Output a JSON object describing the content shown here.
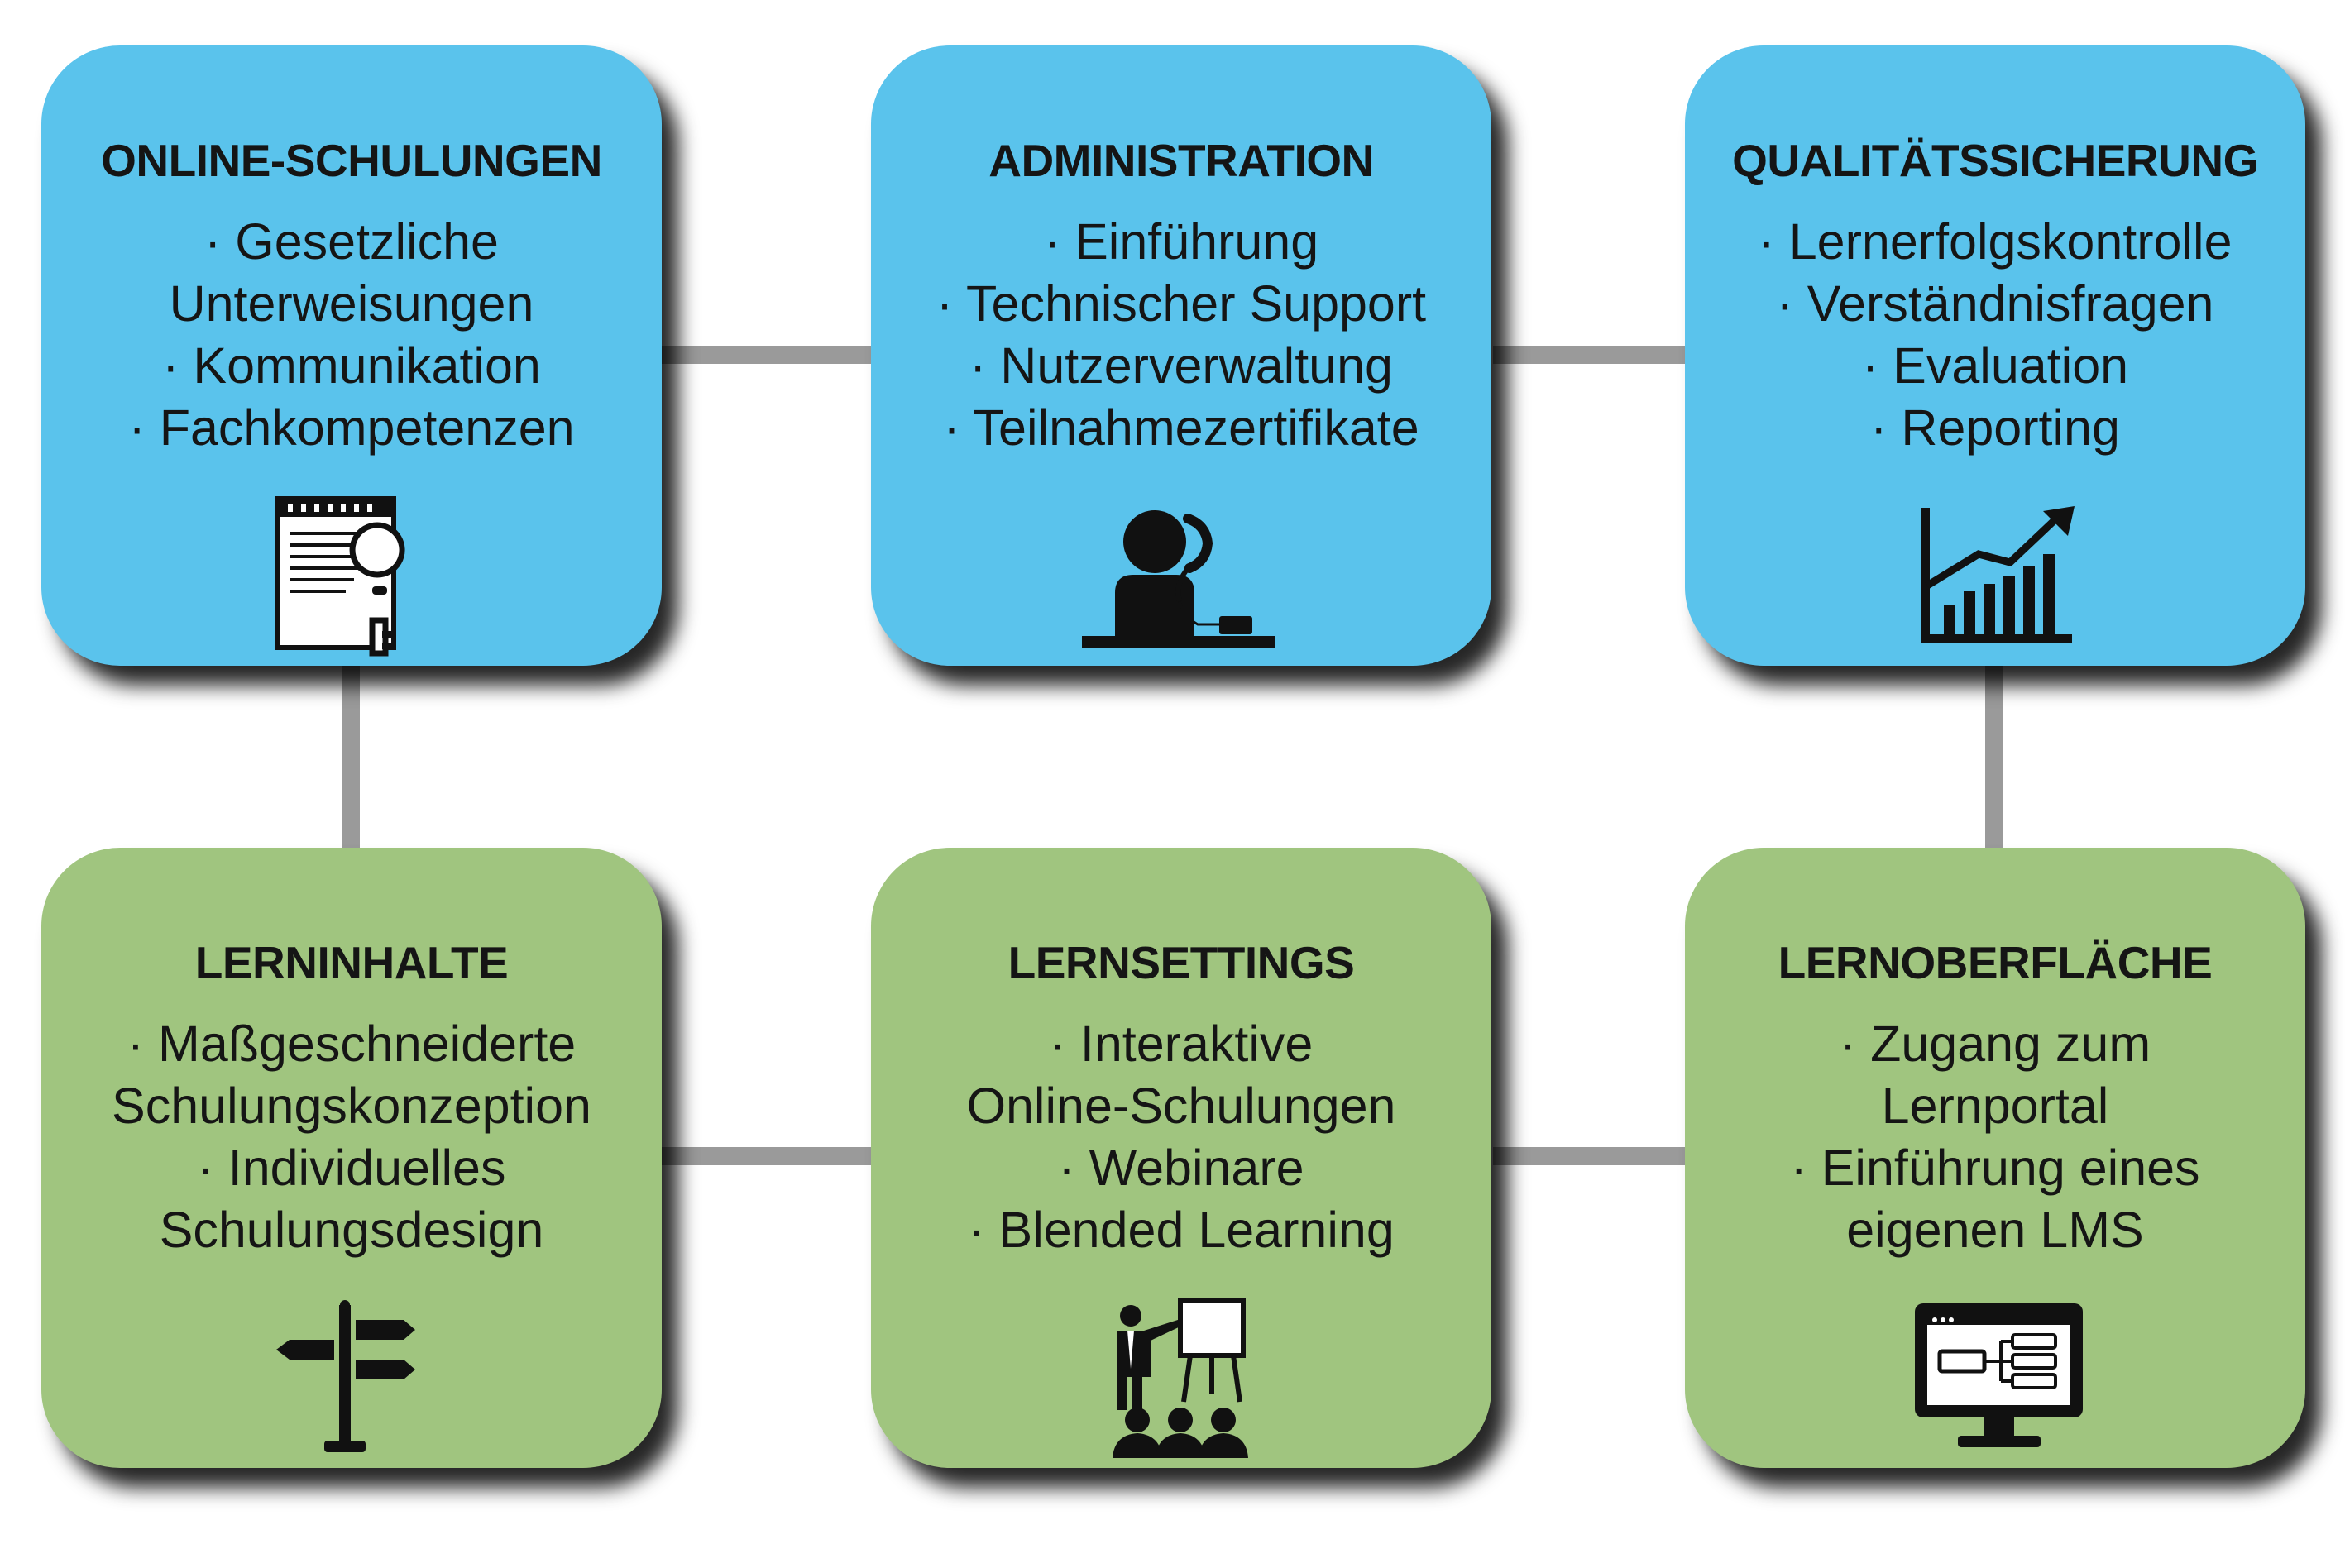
{
  "boxes": [
    {
      "title": "ONLINE-SCHULUNGEN",
      "lines": [
        "· Gesetzliche",
        "Unterweisungen",
        "· Kommunikation",
        "· Fachkompetenzen"
      ],
      "color": "#5ac3ec",
      "icon": "document-key-icon"
    },
    {
      "title": "ADMINISTRATION",
      "lines": [
        "· Einführung",
        "· Technischer Support",
        "· Nutzerverwaltung",
        "· Teilnahmezertifikate"
      ],
      "color": "#5ac3ec",
      "icon": "support-phone-icon"
    },
    {
      "title": "QUALITÄTSSICHERUNG",
      "lines": [
        "· Lernerfolgskontrolle",
        "· Verständnisfragen",
        "· Evaluation",
        "· Reporting"
      ],
      "color": "#5ac3ec",
      "icon": "growth-chart-icon"
    },
    {
      "title": "LERNINHALTE",
      "lines": [
        "· Maßgeschneiderte",
        "Schulungskonzeption",
        "· Individuelles",
        "Schulungsdesign"
      ],
      "color": "#a0c57f",
      "icon": "signpost-icon"
    },
    {
      "title": "LERNSETTINGS",
      "lines": [
        "· Interaktive",
        "Online-Schulungen",
        "· Webinare",
        "· Blended Learning"
      ],
      "color": "#a0c57f",
      "icon": "presentation-audience-icon"
    },
    {
      "title": "LERNOBERFLÄCHE",
      "lines": [
        "· Zugang zum",
        "Lernportal",
        "· Einführung eines",
        "eigenen LMS"
      ],
      "color": "#a0c57f",
      "icon": "computer-monitor-icon"
    }
  ],
  "colors": {
    "connector": "#9a9a9a",
    "text": "#151515",
    "icon": "#111111"
  }
}
